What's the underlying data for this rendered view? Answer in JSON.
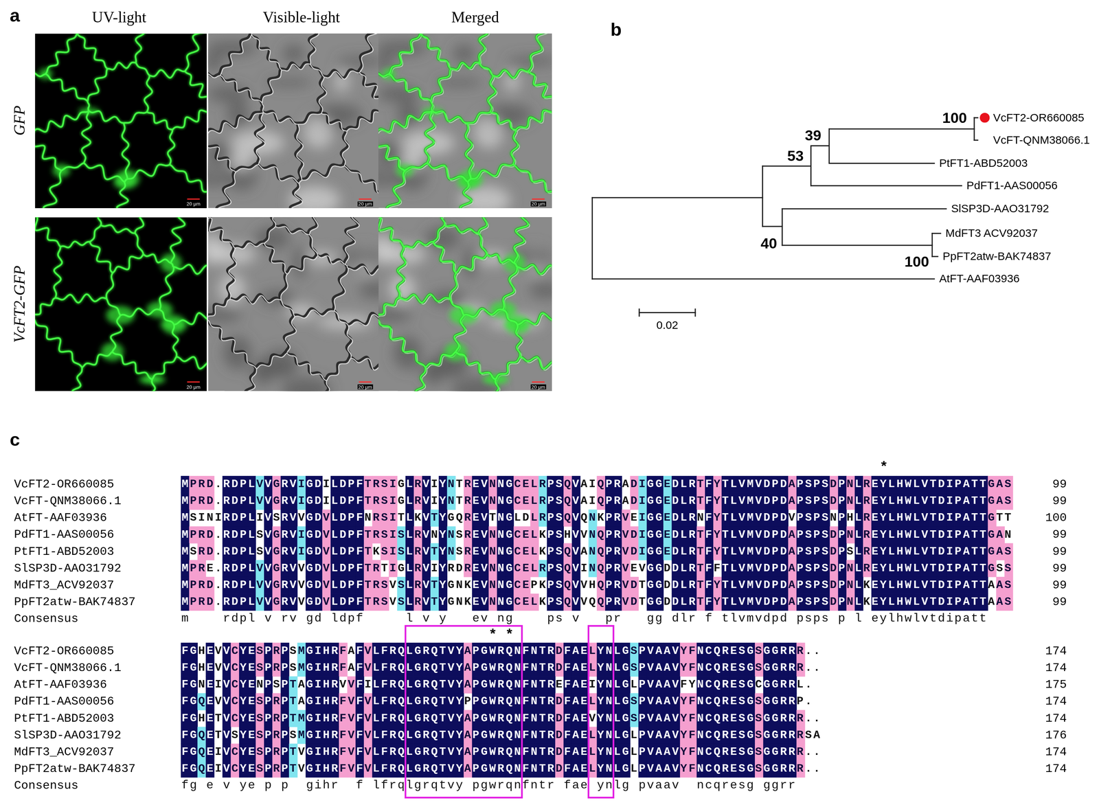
{
  "diagram": {
    "labels": [
      "a",
      "UV-light",
      "Visible-light",
      "Merged",
      "GFP",
      "20 μm",
      "20 μm",
      "20 μm",
      "VcFT2-GFP",
      "20 μm",
      "20 μm",
      "20 μm",
      "b",
      "100",
      "VcFT2-OR660085",
      "VcFT-QNM38066.1",
      "39",
      "PtFT1-ABD52003",
      "53",
      "PdFT1-AAS00056",
      "SlSP3D-AAO31792",
      "40",
      "MdFT3 ACV92037",
      "100",
      "PpFT2atw-BAK74837",
      "AtFT-AAF03936",
      "0.02",
      "c",
      "*",
      "VcFT2-OR660085",
      "MPRD.RDPLVVGRVIGDILDPFTRSIGLRVIYNTREVNNGCELRPSQVAIQPRADIGGEDLRTFYTLVMVDPDAPSPSDPNLREYLHWLVTDIPATTGAS",
      "99",
      "VcFT-QNM38066.1",
      "MPRD.RDPLVVGRVIGDILDPFTRSIGLRVIYNTREVNNGCELRPSQVAIQPRADIGGEDLRTFYTLVMVDPDAPSPSDPNLREYLHWLVTDIPATTGAS",
      "99",
      "AtFT-AAF03936",
      "MSINIRDPLIVSRVVGDVLDPFNRSITLKVTYGQREVTNGLDLRPSQVQNKPRVEIGGEDLRNFYTLVMVDPDVPSPSNPHLREYLHWLVTDIPATTGTT",
      "100",
      "PdFT1-AAS00056",
      "MPRD.RDPLSVGRVIGDVLDPFTRSISLRVNYNSREVNNGCELKPSHVVNQPRVDIGGEDLRTFYTLVMVDPDAPSPSDPNLREYLHWLVTDIPATTGAN",
      "99",
      "PtFT1-ABD52003",
      "MSRD.RDPLSVGRVIGDVLDPFTKSISLRVTYNSREVNNGCELKPSQVANQPRVDIGGEDLRTFYTLVMVDPDAPSPSDPSLREYLHWLVTDIPATTGAS",
      "99",
      "SlSP3D-AAO31792",
      "MPRE.RDPLVVGRVVGDVLDPFTRTIGLRVIYRDREVNNGCELRPSQVINQPRVEVGGDDLRTFFTLVMVDPDAPSPSDPNLREYLHWLVTDIPATTGSS",
      "99",
      "MdFT3_ACV92037",
      "MPRD.RDPLVVGRVVGDVLDPFTRSVSLRVTYGNKEVNNGCEPKPSQVVHQPRVDTGGDDLRTFYTLVMVDPDAPSPSDPNLKEYLHWLVTDIPATTAAS",
      "99",
      "PpFT2atw-BAK74837",
      "MPRD.RDPLVVGRVVGDVLDPFTRSVSLRVTYGNKEVNNGCELKPSQVVQQPRVDTGGDDLRTFYTLVMVDPDAPSPSDPNLKEYLHWLVTDIPATTAAS",
      "99",
      "Consensus",
      "m    rdpl v rv gd ldpf     l v y   ev ng    ps v   pr   gg dlr f tlvmvdpd psps p l eylhwlvtdipatt",
      "*",
      "*",
      "VcFT2-OR660085",
      "FGHEVVCYESPRPSMGIHRFAFVLFRQLGRQTVYAPGWRQNFNTRDFAELYNLGSPVAAVYFNCQRESGSGGRRR..",
      "174",
      "VcFT-QNM38066.1",
      "FGHEVVCYESPRPSMGIHRFAFVLFRQLGRQTVYAPGWRQNFNTRDFAELYNLGSPVAAVYFNCQRESGSGGRRR..",
      "174",
      "AtFT-AAF03936",
      "FGNEIVCYENPSPTAGIHRVVFILFRQLGRQTVYAPGWRQNFNTREFAEIYNLGLPVAAVFYNCQRESGCGGRRL.",
      "175",
      "PdFT1-AAS00056",
      "FGQEVVCYESPRPTAGIHRFVFVLFRQLGRQTVYPPGWRQNFNTRDFAELYNLGSPVAAVYFNCQRESGSGGRRP.",
      "174",
      "PtFT1-ABD52003",
      "FGHETVCYESPRPTMGIHRFVFVLFRQLGRQTVYAPGWRQNFNTRDFAEVYNLGSPVAAVYFNCQRESGSGGRRR..",
      "174",
      "SlSP3D-AAO31792",
      "FGQETVSYESPRPSMGIHRFVFVLFRQLGRQTVYAPGWRQNFNTRDFAELYNLGLPVAAVYFNCQRESGSGGRRRSA",
      "176",
      "MdFT3_ACV92037",
      "FGQEIVCYESPRPTVGIHRFVFVLFRQLGRQTVYAPGWRQNFNTRDFAELYNLGLPVAAVYFNCQRESGSGGRRR..",
      "174",
      "PpFT2atw-BAK74837",
      "FGQEIVCYESPRPTVGIHRFVFVLFRQLGRQTVYAPGWRQNFNTRDFAELYNLGLPVAAVYFNCQRESGSGGRRR..",
      "174",
      "Consensus",
      "fg e v ye p p  gihr  f lfrqlgrqtvy pgwrqnfntr fae ynlg pvaav  ncqresg ggrr"
    ]
  }
}
